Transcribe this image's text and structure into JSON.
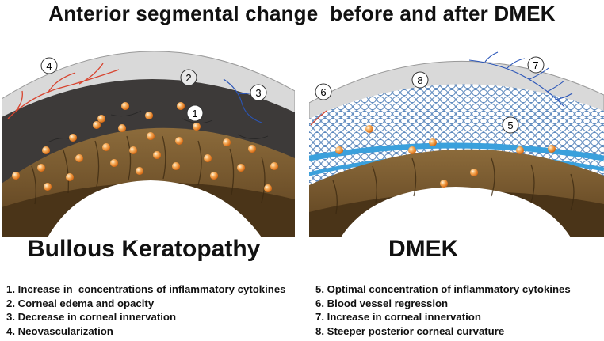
{
  "title": "Anterior segmental change  before and after DMEK",
  "left_panel": {
    "heading": "Bullous Keratopathy",
    "markers": [
      "1",
      "2",
      "3",
      "4"
    ]
  },
  "right_panel": {
    "heading": "DMEK",
    "markers": [
      "5",
      "6",
      "7",
      "8"
    ]
  },
  "legend_left": [
    "1. Increase in  concentrations of inflammatory cytokines",
    "2. Corneal edema and opacity",
    "3. Decrease in corneal innervation",
    "4. Neovascularization"
  ],
  "legend_right": [
    "5. Optimal concentration of inflammatory cytokines",
    "6. Blood vessel regression",
    "7. Increase in corneal innervation",
    "8. Steeper posterior corneal curvature"
  ],
  "colors": {
    "cornea_gray": "#d9d9d9",
    "edema_dark": "#3d3a39",
    "iris_brown": "#7a5a2e",
    "endothelium_blue": "#3aa0dc",
    "cytokine_orange": "#f29a3a",
    "vessel_red": "#d8442f",
    "nerve_blue": "#2a55b8"
  }
}
